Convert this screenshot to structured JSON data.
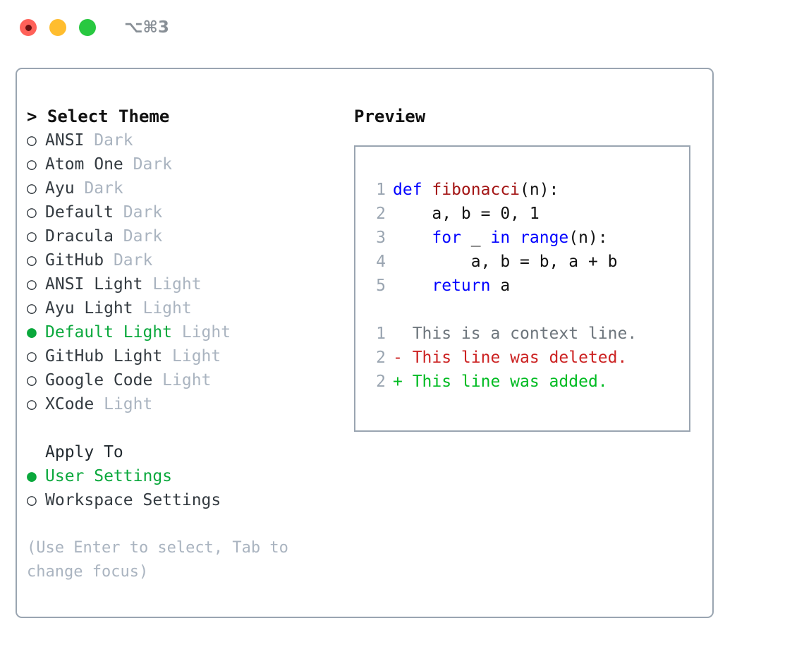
{
  "window": {
    "shortcut_label": "⌥⌘3",
    "traffic_lights": [
      {
        "name": "close",
        "color": "#ff6159"
      },
      {
        "name": "minimize",
        "color": "#ffbd2e"
      },
      {
        "name": "maximize",
        "color": "#28c840"
      }
    ]
  },
  "theme_panel": {
    "heading": "> Select Theme",
    "marker_selected": "●",
    "marker_unselected": "○",
    "items": [
      {
        "marker": "○",
        "label": "ANSI",
        "tag": "Dark",
        "selected": false
      },
      {
        "marker": "○",
        "label": "Atom One",
        "tag": "Dark",
        "selected": false
      },
      {
        "marker": "○",
        "label": "Ayu",
        "tag": "Dark",
        "selected": false
      },
      {
        "marker": "○",
        "label": "Default",
        "tag": "Dark",
        "selected": false
      },
      {
        "marker": "○",
        "label": "Dracula",
        "tag": "Dark",
        "selected": false
      },
      {
        "marker": "○",
        "label": "GitHub",
        "tag": "Dark",
        "selected": false
      },
      {
        "marker": "○",
        "label": "ANSI Light",
        "tag": "Light",
        "selected": false
      },
      {
        "marker": "○",
        "label": "Ayu Light",
        "tag": "Light",
        "selected": false
      },
      {
        "marker": "●",
        "label": "Default Light",
        "tag": "Light",
        "selected": true
      },
      {
        "marker": "○",
        "label": "GitHub Light",
        "tag": "Light",
        "selected": false
      },
      {
        "marker": "○",
        "label": "Google Code",
        "tag": "Light",
        "selected": false
      },
      {
        "marker": "○",
        "label": "XCode",
        "tag": "Light",
        "selected": false
      }
    ]
  },
  "apply_to": {
    "heading": "Apply To",
    "items": [
      {
        "marker": "●",
        "label": "User Settings",
        "selected": true
      },
      {
        "marker": "○",
        "label": "Workspace Settings",
        "selected": false
      }
    ]
  },
  "hint": "(Use Enter to select, Tab to change focus)",
  "preview": {
    "title": "Preview",
    "code_lines": [
      {
        "number": "1",
        "tokens": [
          {
            "text": "def ",
            "kind": "kw"
          },
          {
            "text": "fibonacci",
            "kind": "fn"
          },
          {
            "text": "(n):",
            "kind": "punct"
          }
        ]
      },
      {
        "number": "2",
        "tokens": [
          {
            "text": "    a, b = 0, 1",
            "kind": "plain"
          }
        ]
      },
      {
        "number": "3",
        "tokens": [
          {
            "text": "    for",
            "kind": "kw"
          },
          {
            "text": " _ ",
            "kind": "plain"
          },
          {
            "text": "in",
            "kind": "kw"
          },
          {
            "text": " ",
            "kind": "plain"
          },
          {
            "text": "range",
            "kind": "kw"
          },
          {
            "text": "(n):",
            "kind": "punct"
          }
        ]
      },
      {
        "number": "4",
        "tokens": [
          {
            "text": "        a, b = b, a + b",
            "kind": "plain"
          }
        ]
      },
      {
        "number": "5",
        "tokens": [
          {
            "text": "    return",
            "kind": "kw"
          },
          {
            "text": " a",
            "kind": "plain"
          }
        ]
      }
    ],
    "diff_lines": [
      {
        "number": "1",
        "sign": " ",
        "text": " This is a context line.",
        "kind": "ctx"
      },
      {
        "number": "2",
        "sign": "-",
        "text": " This line was deleted.",
        "kind": "del"
      },
      {
        "number": "2",
        "sign": "+",
        "text": " This line was added.",
        "kind": "add"
      }
    ]
  },
  "colors": {
    "accent_green": "#0aa83c",
    "diff_add": "#00bb22",
    "diff_del": "#cc2222",
    "keyword_blue": "#0000ff",
    "function_red": "#a31515",
    "muted_gray": "#aab4c0",
    "border_gray": "#9aa5b1"
  }
}
